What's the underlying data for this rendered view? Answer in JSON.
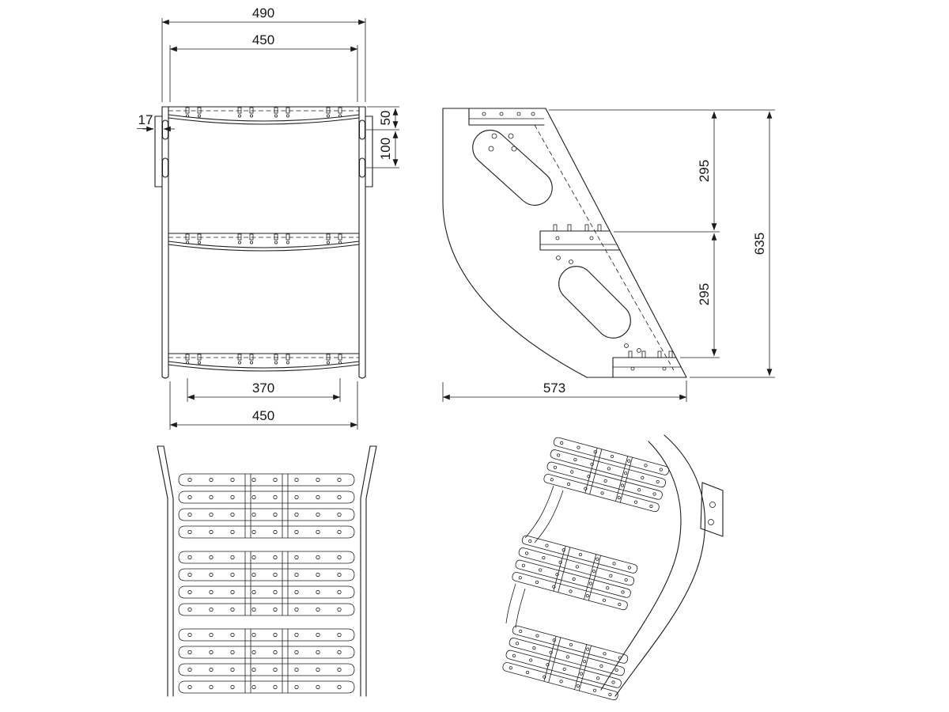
{
  "colors": {
    "background": "#ffffff",
    "line": "#1c1c1c"
  },
  "views": {
    "front": {
      "dims": {
        "width_outer_top": "490",
        "width_inner_top": "450",
        "bracket_thickness": "17",
        "slot_offset_top": "50",
        "slot_pitch": "100",
        "tread_clear_width": "370",
        "width_outer_bottom": "450"
      }
    },
    "side": {
      "dims": {
        "step_pitch_upper": "295",
        "step_pitch_lower": "295",
        "overall_height": "635",
        "overall_depth": "573"
      }
    }
  }
}
